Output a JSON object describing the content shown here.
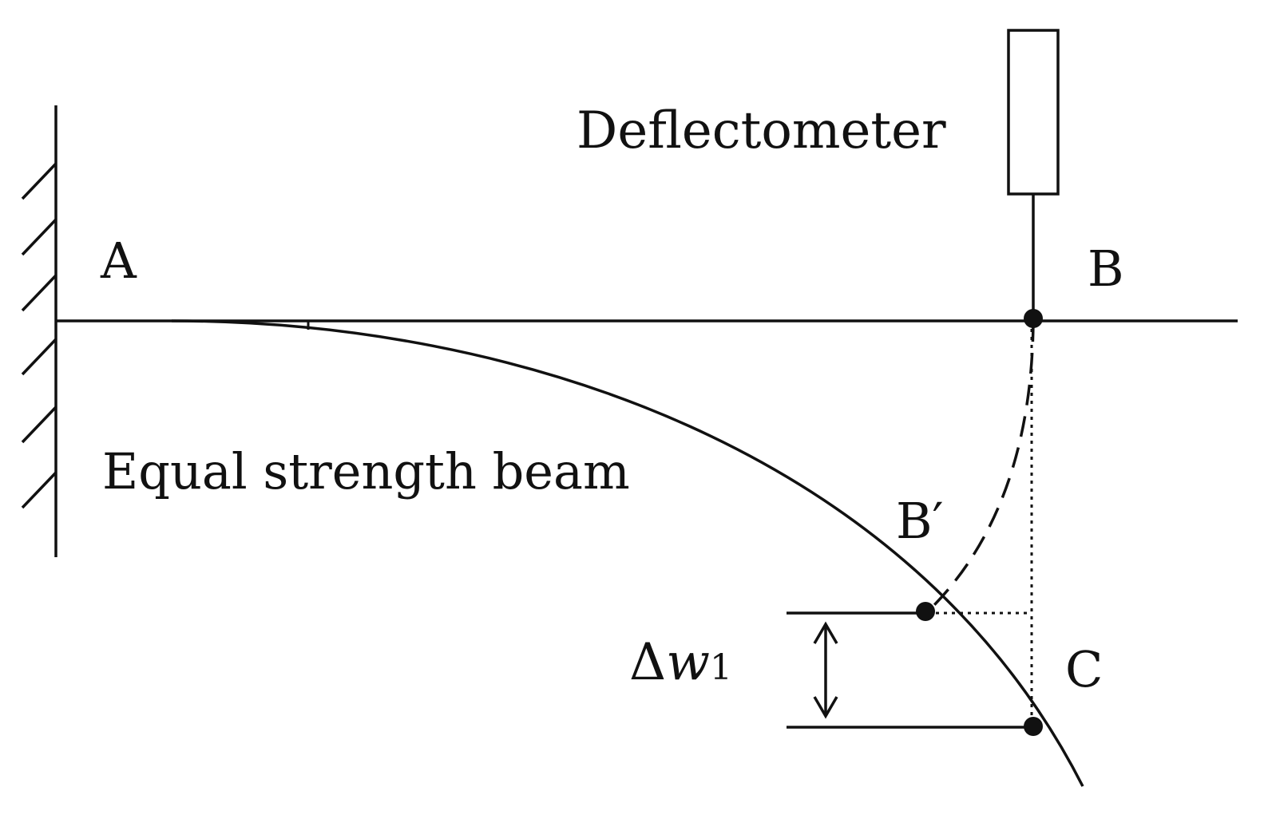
{
  "labels": {
    "deflectometer": "Deflectometer",
    "point_a": "A",
    "point_b": "B",
    "point_b_prime": "B′",
    "point_c": "C",
    "beam": "Equal strength beam",
    "delta_symbol": "Δ",
    "delta_variable": "w",
    "delta_subscript": "1"
  },
  "colors": {
    "ink": "#111111",
    "background": "#ffffff"
  }
}
